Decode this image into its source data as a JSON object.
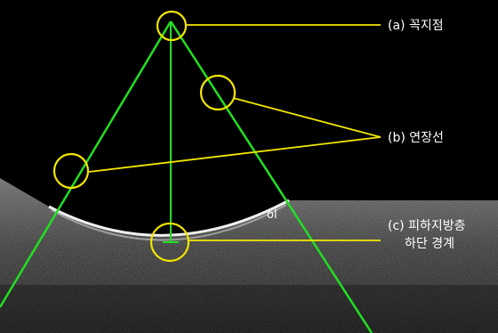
{
  "annotations": {
    "apex_label": "(a) 꼭지점",
    "extension_label": "(b) 연장선",
    "boundary_label_line1": "(c) 피하지방층",
    "boundary_label_line2": "하단 경계",
    "overlap_text": "ol"
  },
  "colors": {
    "background": "#000000",
    "guide_line": "#22e022",
    "circle": "#f2e600",
    "leader": "#f2e600",
    "text": "#ffffff",
    "tissue_edge": "#e8e8e8"
  }
}
